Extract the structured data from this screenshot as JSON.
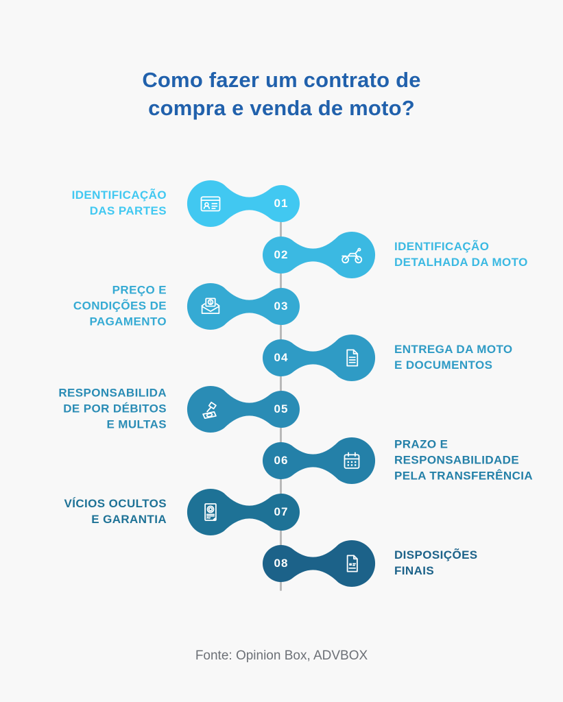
{
  "background": "#F8F8F8",
  "line_color": "#B9B9B9",
  "title": {
    "text": "Como fazer um contrato de\ncompra e venda de moto?",
    "color": "#2161AC"
  },
  "footer": {
    "text": "Fonte: Opinion Box, ADVBOX",
    "color": "#6C7076"
  },
  "steps": [
    {
      "number": "01",
      "label": "IDENTIFICAÇÃO\nDAS PARTES",
      "side": "left",
      "color": "#41C8F1",
      "icon": "id-card-icon"
    },
    {
      "number": "02",
      "label": "IDENTIFICAÇÃO\nDETALHADA DA MOTO",
      "side": "right",
      "color": "#3BB9E2",
      "icon": "motorcycle-icon"
    },
    {
      "number": "03",
      "label": "PREÇO E\nCONDIÇÕES DE\nPAGAMENTO",
      "side": "left",
      "color": "#35AAD3",
      "icon": "money-envelope-icon"
    },
    {
      "number": "04",
      "label": "ENTREGA DA MOTO\nE DOCUMENTOS",
      "side": "right",
      "color": "#2F9BC5",
      "icon": "document-icon"
    },
    {
      "number": "05",
      "label": "RESPONSABILIDA\nDE POR DÉBITOS\nE MULTAS",
      "side": "left",
      "color": "#2A8CB5",
      "icon": "gavel-money-icon"
    },
    {
      "number": "06",
      "label": "PRAZO E\nRESPONSABILIDADE\nPELA TRANSFERÊNCIA",
      "side": "right",
      "color": "#2480A8",
      "icon": "calendar-icon"
    },
    {
      "number": "07",
      "label": "VÍCIOS OCULTOS\nE GARANTIA",
      "side": "left",
      "color": "#1E7296",
      "icon": "certificate-icon"
    },
    {
      "number": "08",
      "label": "DISPOSIÇÕES\nFINAIS",
      "side": "right",
      "color": "#1C6289",
      "icon": "final-document-icon"
    }
  ]
}
